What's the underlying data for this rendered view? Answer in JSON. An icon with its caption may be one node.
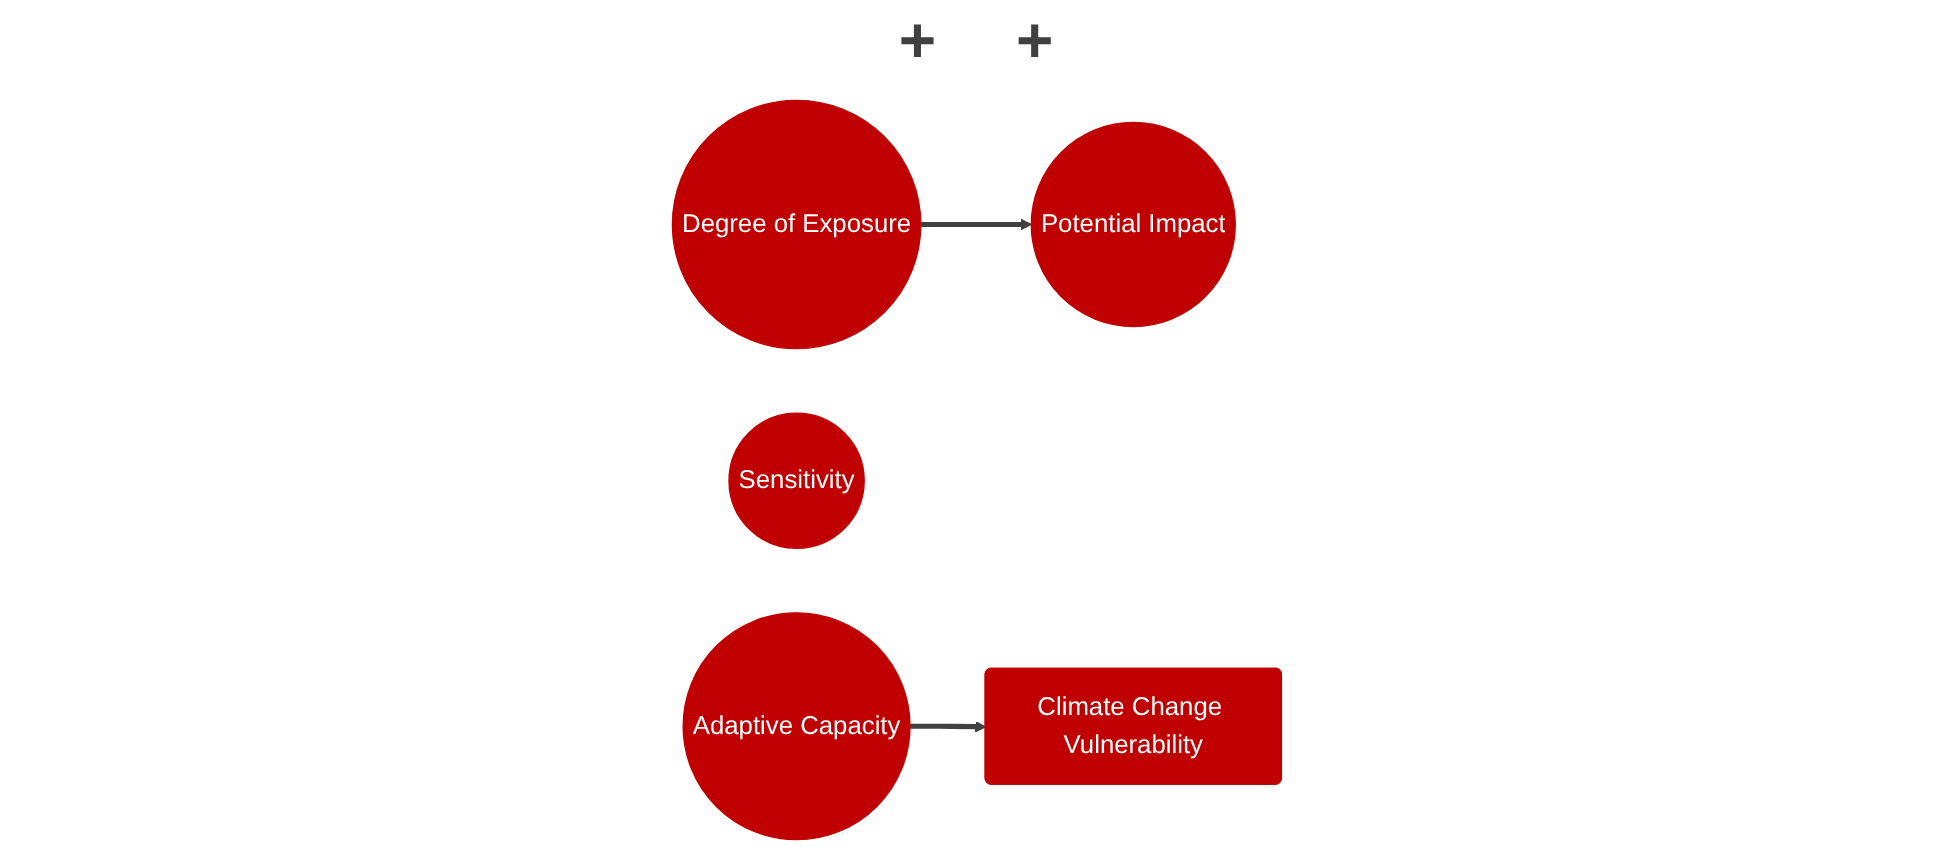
{
  "diagram": {
    "nodes": [
      {
        "text": [
          "Degree of Exposure"
        ]
      },
      {
        "text": [
          "Sensitivity"
        ]
      },
      {
        "text": [
          "Potential Impact"
        ]
      },
      {
        "text": [
          "Adaptive Capacity"
        ]
      },
      {
        "text": [
          "Climate Change Vulnerability"
        ]
      }
    ],
    "edges": [
      {
        "from": 0,
        "to": 2,
        "arrow": "to"
      },
      {
        "from": 3,
        "to": 4,
        "arrow": "to"
      }
    ],
    "labels": [
      "+",
      "+"
    ]
  }
}
